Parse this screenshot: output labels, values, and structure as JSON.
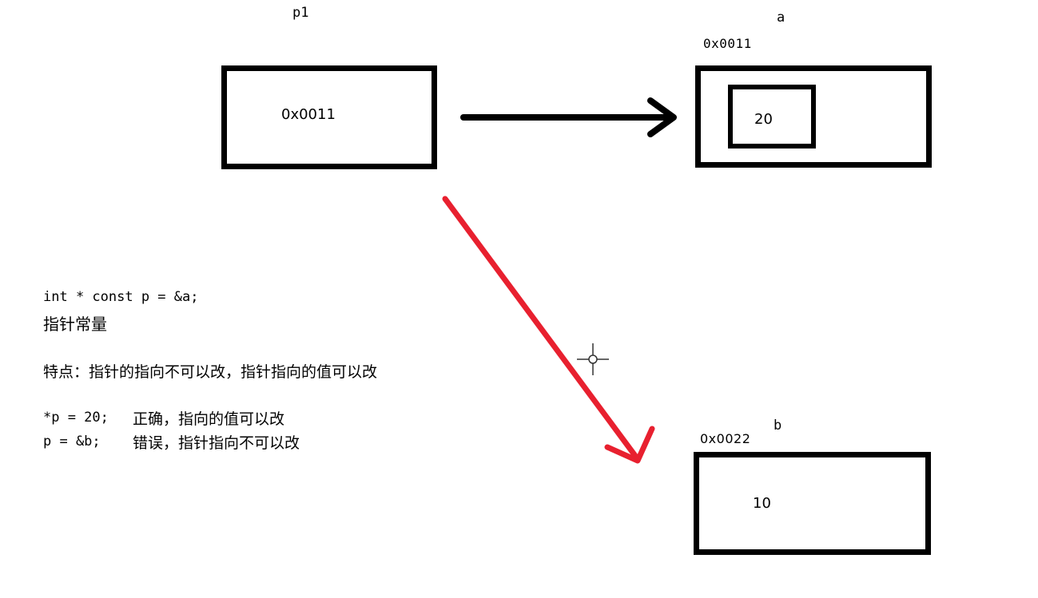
{
  "pointer": {
    "name": "p1",
    "value": "0x0011"
  },
  "var_a": {
    "name": "a",
    "address": "0x0011",
    "value": "20"
  },
  "var_b": {
    "name": "b",
    "address": "0x0022",
    "value": "10"
  },
  "notes": {
    "code": "int * const p = &a;",
    "title": "指针常量",
    "feature": "特点：指针的指向不可以改，指针指向的值可以改",
    "line1_code": "*p = 20;",
    "line1_text": "正确，指向的值可以改",
    "line2_code": "p = &b;",
    "line2_text": "错误，指针指向不可以改"
  },
  "colors": {
    "black_arrow": "#000000",
    "red_arrow": "#e8202f",
    "box_border": "#000000"
  }
}
